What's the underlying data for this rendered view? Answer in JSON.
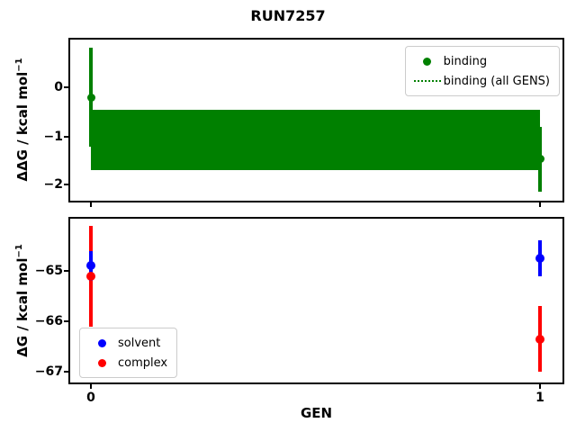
{
  "title": "RUN7257",
  "xlabel": "GEN",
  "colors": {
    "binding": "#008000",
    "solvent": "#0000ff",
    "complex": "#ff0000"
  },
  "top_plot": {
    "ylabel_main": "ΔΔG / kcal mol",
    "ylabel_sup": "−1",
    "yticks": [
      "0",
      "−1",
      "−2"
    ],
    "legend": {
      "binding": "binding",
      "all_gens": "binding (all GENS)"
    }
  },
  "bottom_plot": {
    "ylabel_main": "ΔG / kcal mol",
    "ylabel_sup": "−1",
    "yticks": [
      "−65",
      "−66",
      "−67"
    ],
    "xticks": [
      "0",
      "1"
    ],
    "legend": {
      "solvent": "solvent",
      "complex": "complex"
    }
  },
  "chart_data": [
    {
      "type": "scatter",
      "axes": "top",
      "title": "RUN7257",
      "xlabel": "",
      "ylabel": "ΔΔG / kcal mol⁻¹",
      "xlim": [
        -0.05,
        1.05
      ],
      "ylim": [
        -2.29,
        0.96
      ],
      "yticks": [
        0,
        -1,
        -2
      ],
      "grid": false,
      "legend_position": "upper right",
      "series": [
        {
          "name": "binding",
          "color": "#008000",
          "marker": "circle",
          "x": [
            0,
            1
          ],
          "y": [
            -0.2,
            -1.45
          ],
          "yerr": [
            1.0,
            0.65
          ]
        }
      ],
      "band": {
        "name": "binding (all GENS)",
        "color": "#008000",
        "linestyle": "dotted",
        "x": [
          0,
          1
        ],
        "center": -1.06,
        "y_top": -0.45,
        "y_bottom": -1.67
      }
    },
    {
      "type": "scatter",
      "axes": "bottom",
      "xlabel": "GEN",
      "ylabel": "ΔG / kcal mol⁻¹",
      "xlim": [
        -0.05,
        1.05
      ],
      "ylim": [
        -67.21,
        -63.96
      ],
      "xticks": [
        0,
        1
      ],
      "yticks": [
        -65,
        -66,
        -67
      ],
      "grid": false,
      "legend_position": "lower left",
      "series": [
        {
          "name": "solvent",
          "color": "#0000ff",
          "marker": "circle",
          "x": [
            0,
            1
          ],
          "y": [
            -64.9,
            -64.75
          ],
          "yerr": [
            0.3,
            0.35
          ]
        },
        {
          "name": "complex",
          "color": "#ff0000",
          "marker": "circle",
          "x": [
            0,
            1
          ],
          "y": [
            -65.1,
            -66.35
          ],
          "yerr": [
            1.0,
            0.65
          ]
        }
      ]
    }
  ]
}
